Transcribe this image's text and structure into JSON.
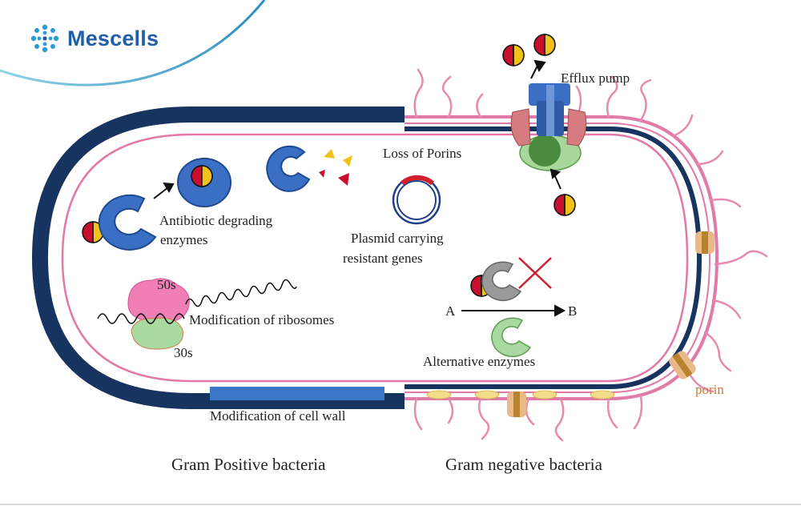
{
  "brand": {
    "name": "Mescells"
  },
  "labels": {
    "efflux_pump": "Efflux pump",
    "loss_of_porins": "Loss of Porins",
    "antibiotic_degrading_line1": "Antibiotic degrading",
    "antibiotic_degrading_line2": "enzymes",
    "plasmid_line1": "Plasmid carrying",
    "plasmid_line2": "resistant genes",
    "subunit_50s": "50s",
    "subunit_30s": "30s",
    "modification_ribosomes": "Modification of ribosomes",
    "reaction_a": "A",
    "reaction_b": "B",
    "alternative_enzymes": "Alternative enzymes",
    "porin": "porin",
    "modification_cell_wall": "Modification of cell wall",
    "gram_positive": "Gram Positive bacteria",
    "gram_negative": "Gram negative bacteria"
  },
  "colors": {
    "dark_wall": "#17335f",
    "pink_membrane": "#e17aa7",
    "enzyme_blue": "#3b6fc4",
    "antibiotic_red": "#c8102e",
    "antibiotic_yellow": "#f2c21b",
    "porin_tan": "#e9b98a",
    "brand_blue": "#1f5fa8",
    "arc_teal": "#3aa6c9"
  }
}
